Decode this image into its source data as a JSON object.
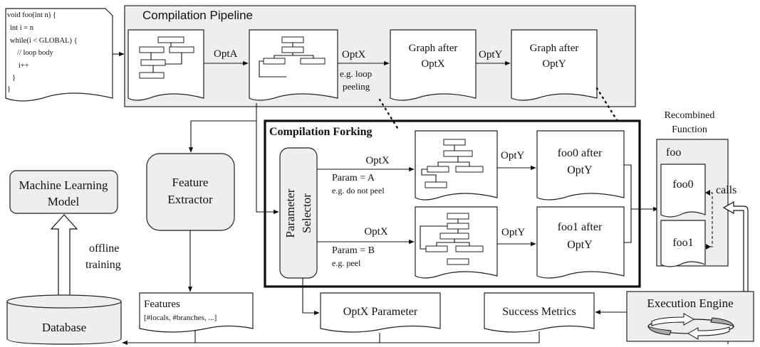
{
  "source_code": {
    "lines": [
      "void foo(int n) {",
      "int i = n",
      "while(i < GLOBAL) {",
      "// loop body",
      "i++",
      "}",
      "}"
    ]
  },
  "pipeline": {
    "title": "Compilation Pipeline",
    "optA": "OptA",
    "optX": "OptX",
    "optX_example_line1": "e.g. loop",
    "optX_example_line2": "peeling",
    "optY": "OptY",
    "graph_after_optx_line1": "Graph after",
    "graph_after_optx_line2": "OptX",
    "graph_after_opty_line1": "Graph after",
    "graph_after_opty_line2": "OptY"
  },
  "forking": {
    "title": "Compilation Forking",
    "selector_line1": "Parameter",
    "selector_line2": "Selector",
    "branch_a": {
      "opt": "OptX",
      "param": "Param = A",
      "example": "e.g. do not peel",
      "opty": "OptY",
      "result_line1": "foo0 after",
      "result_line2": "OptY"
    },
    "branch_b": {
      "opt": "OptX",
      "param": "Param = B",
      "example": "e.g. peel",
      "opty": "OptY",
      "result_line1": "foo1 after",
      "result_line2": "OptY"
    }
  },
  "recombined": {
    "title_line1": "Recombined",
    "title_line2": "Function",
    "foo": "foo",
    "foo0": "foo0",
    "foo1": "foo1",
    "calls": "calls"
  },
  "ml_model": {
    "line1": "Machine Learning",
    "line2": "Model"
  },
  "offline_training": {
    "line1": "offline",
    "line2": "training"
  },
  "feature_extractor": {
    "line1": "Feature",
    "line2": "Extractor"
  },
  "features": {
    "title": "Features",
    "detail": "[#locals, #branches, ...]"
  },
  "optx_parameter": "OptX Parameter",
  "success_metrics": "Success Metrics",
  "execution_engine": "Execution Engine",
  "database": "Database"
}
